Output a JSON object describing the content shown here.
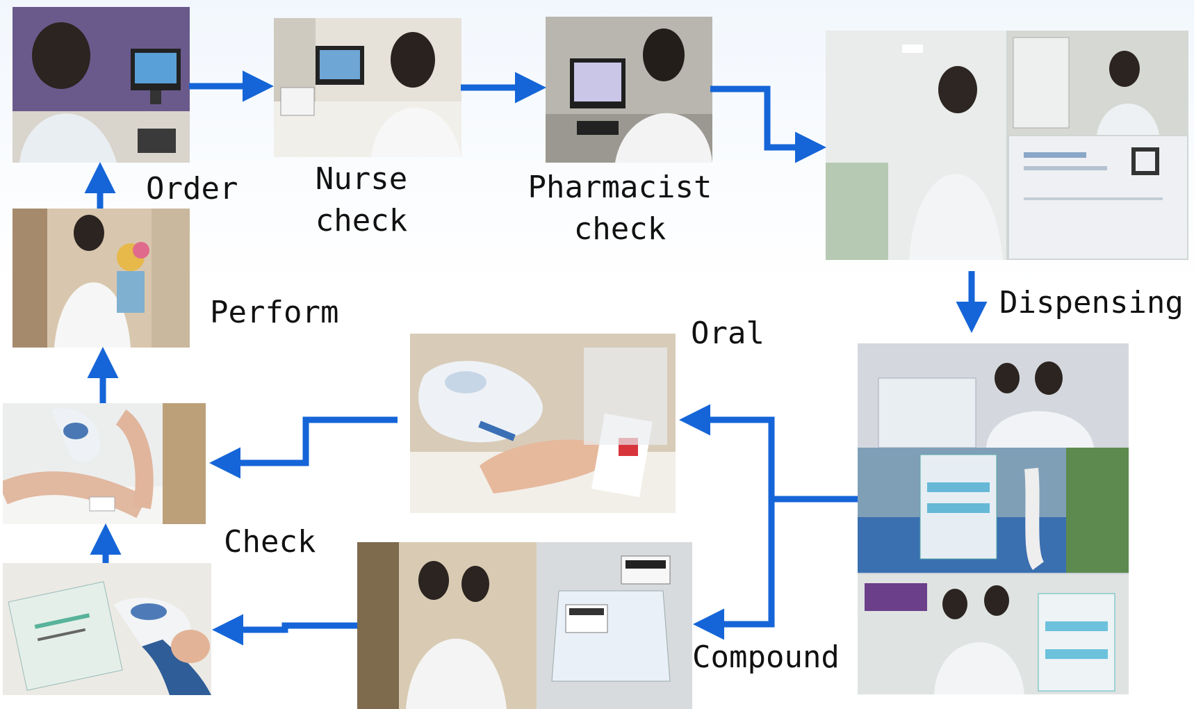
{
  "diagram": {
    "labels": {
      "order": "Order",
      "nurse_check": "Nurse\ncheck",
      "pharmacist_check": "Pharmacist\ncheck",
      "dispensing": "Dispensing",
      "oral": "Oral",
      "compound": "Compound",
      "check": "Check",
      "perform": "Perform"
    },
    "colors": {
      "arrow": "#1565d8",
      "text": "#111111",
      "background": "#ffffff"
    }
  }
}
